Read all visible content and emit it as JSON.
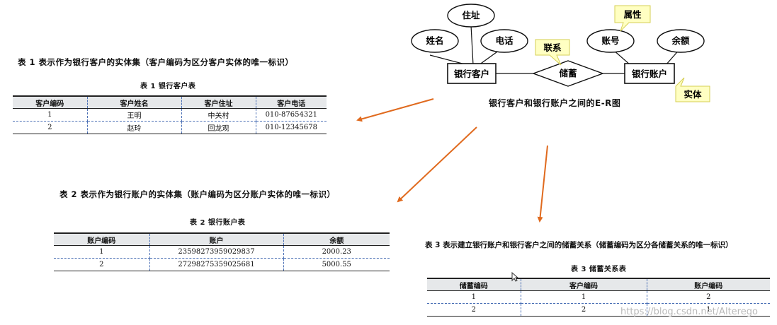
{
  "er": {
    "caption": "银行客户和银行账户之间的E-R图",
    "entity_customer": "银行客户",
    "entity_account": "银行账户",
    "relationship": "储蓄",
    "attr_name": "姓名",
    "attr_address": "住址",
    "attr_phone": "电话",
    "attr_account_no": "账号",
    "attr_balance": "余额",
    "note_relationship": "联系",
    "note_attribute": "属性",
    "note_entity": "实体"
  },
  "table1": {
    "intro": "表 1 表示作为银行客户的实体集（客户编码为区分客户实体的唯一标识）",
    "title": "表 1   银行客户表",
    "headers": [
      "客户编码",
      "客户姓名",
      "客户住址",
      "客户电话"
    ],
    "rows": [
      [
        "1",
        "王明",
        "中关村",
        "010-87654321"
      ],
      [
        "2",
        "赵玲",
        "回龙观",
        "010-12345678"
      ]
    ]
  },
  "table2": {
    "intro": "表 2 表示作为银行账户的实体集（账户编码为区分账户实体的唯一标识）",
    "title": "表 2   银行账户表",
    "headers": [
      "账户编码",
      "账户",
      "余额"
    ],
    "rows": [
      [
        "1",
        "23598273959029837",
        "2000.23"
      ],
      [
        "2",
        "27298275359025681",
        "5000.55"
      ]
    ]
  },
  "table3": {
    "intro": "表 3 表示建立银行账户和银行客户之间的储蓄关系（储蓄编码为区分各储蓄关系的唯一标识）",
    "title": "表 3   储蓄关系表",
    "headers": [
      "储蓄编码",
      "客户编码",
      "账户编码"
    ],
    "rows": [
      [
        "1",
        "1",
        "2"
      ],
      [
        "2",
        "2",
        "1"
      ]
    ]
  },
  "watermark": "https://blog.csdn.net/Alterego",
  "colors": {
    "arrow": "#e06a1e",
    "note_bg": "#ffffc2",
    "note_border": "#d6cf55",
    "dash": "#4a6fb5"
  }
}
